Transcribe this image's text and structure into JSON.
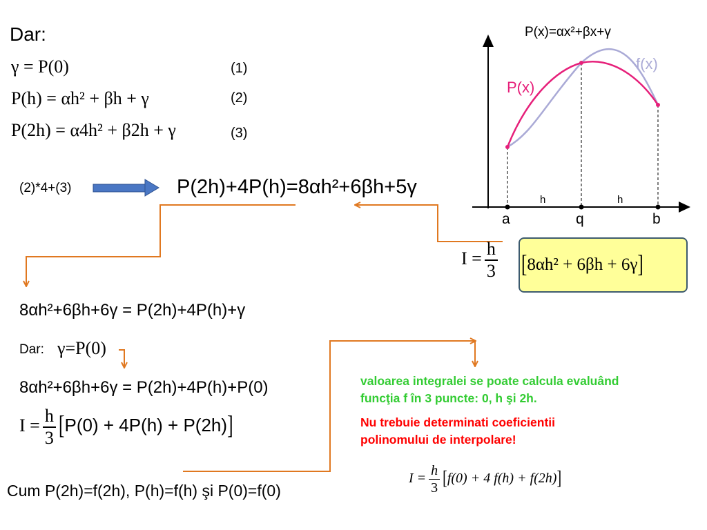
{
  "title": "Dar:",
  "eq1": "γ = P(0)",
  "eq1_num": "(1)",
  "eq2": "P(h) = αh² + βh + γ",
  "eq2_num": "(2)",
  "eq3": "P(2h) = α4h² + β2h + γ",
  "eq3_num": "(3)",
  "combo_label": "(2)*4+(3)",
  "combo_eq": "P(2h)+4P(h)=8αh²+6βh+5γ",
  "rearranged_eq": "8αh²+6βh+6γ = P(2h)+4P(h)+γ",
  "dar2_label": "Dar:",
  "dar2_eq": "γ=P(0)",
  "substituted_eq": "8αh²+6βh+6γ = P(2h)+4P(h)+P(0)",
  "integral_lhs": "I =",
  "frac_num": "h",
  "frac_den": "3",
  "integral_body_bottom": "P(0) + 4P(h) + P(2h)",
  "boxed_body": "8αh² + 6βh + 6γ",
  "cum_text": "Cum P(2h)=f(2h), P(h)=f(h) şi P(0)=f(0)",
  "green_note": [
    "valoarea integralei se poate calcula evaluând",
    "funcţia f în 3 puncte: 0, h şi 2h."
  ],
  "red_note": [
    "Nu trebuie determinati coeficientii",
    "polinomului de interpolare!"
  ],
  "final_formula": {
    "lhs": "I =",
    "body": "f(0) + 4 f(h) + f(2h)"
  },
  "graph": {
    "title": "P(x)=αx²+βx+γ",
    "curve_p_label": "P(x)",
    "curve_f_label": "f(x)",
    "x_labels": [
      "a",
      "q",
      "b"
    ],
    "h_labels": [
      "h",
      "h"
    ]
  },
  "colors": {
    "arrow_blue": "#4a77c4",
    "connector_orange": "#e07820",
    "box_fill": "#ffff99",
    "box_border": "#3c5a6e",
    "curve_p": "#e6207a",
    "curve_f": "#aaaad6",
    "note_green": "#33cc33",
    "note_red": "#ff0000"
  }
}
